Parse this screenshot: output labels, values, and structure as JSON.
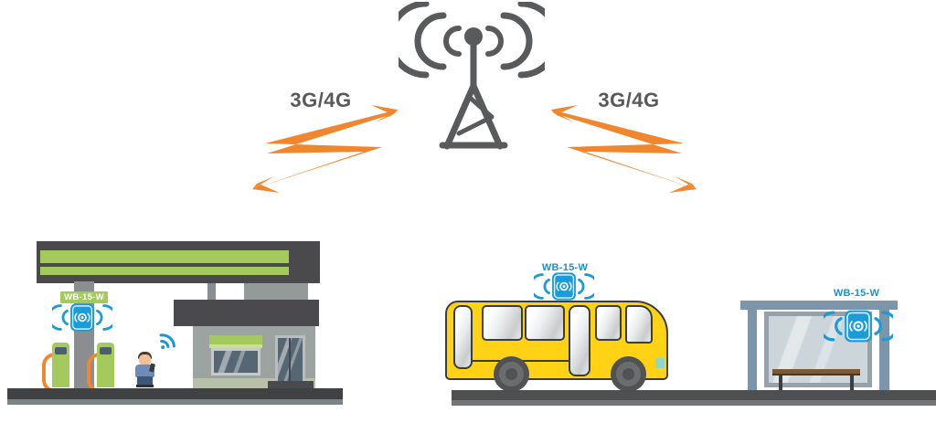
{
  "links": {
    "left_label": "3G/4G",
    "right_label": "3G/4G"
  },
  "devices": {
    "gas_station": "WB-15-W",
    "bus": "WB-15-W",
    "bus_stop": "WB-15-W"
  },
  "colors": {
    "bolt_orange": "#F0862D",
    "device_blue": "#1B9CD8",
    "device_label_blue": "#1792D2",
    "brand_green": "#A4C95D",
    "tower_gray": "#595A5C",
    "bus_yellow": "#FFD215",
    "shelter_steel": "#7C95A8"
  },
  "icons": {
    "tower": "cell-tower-icon",
    "bolt": "signal-bolt-icon",
    "device": "wifi-device-icon",
    "person_signal": "wifi-signal-icon"
  }
}
